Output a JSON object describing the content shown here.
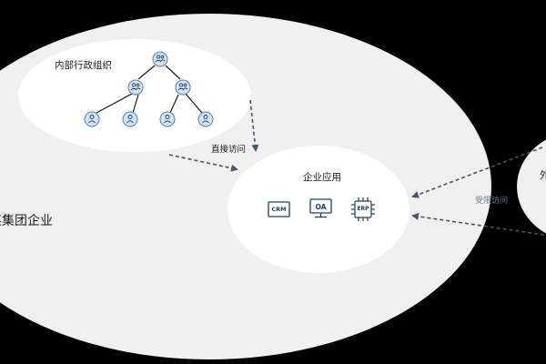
{
  "group": {
    "title": "某集团企业"
  },
  "internal_org": {
    "title": "内部行政组织",
    "icon": "person-icon"
  },
  "enterprise_apps": {
    "title": "企业应用",
    "apps": [
      {
        "label": "CRM",
        "icon": "crm-tag-icon"
      },
      {
        "label": "OA",
        "icon": "monitor-icon"
      },
      {
        "label": "ERP",
        "icon": "chip-icon"
      }
    ]
  },
  "links": {
    "direct_access": "直接访问",
    "limited_access": "受限访问"
  },
  "external": {
    "title": "外"
  },
  "colors": {
    "background": "#000000",
    "region_fill": "#f0f0f0",
    "inner_fill": "#ffffff",
    "node_fill": "#cfe3f5",
    "node_stroke": "#5a7fa6",
    "arrow": "#44546a",
    "icon_dark": "#1f3f63"
  }
}
